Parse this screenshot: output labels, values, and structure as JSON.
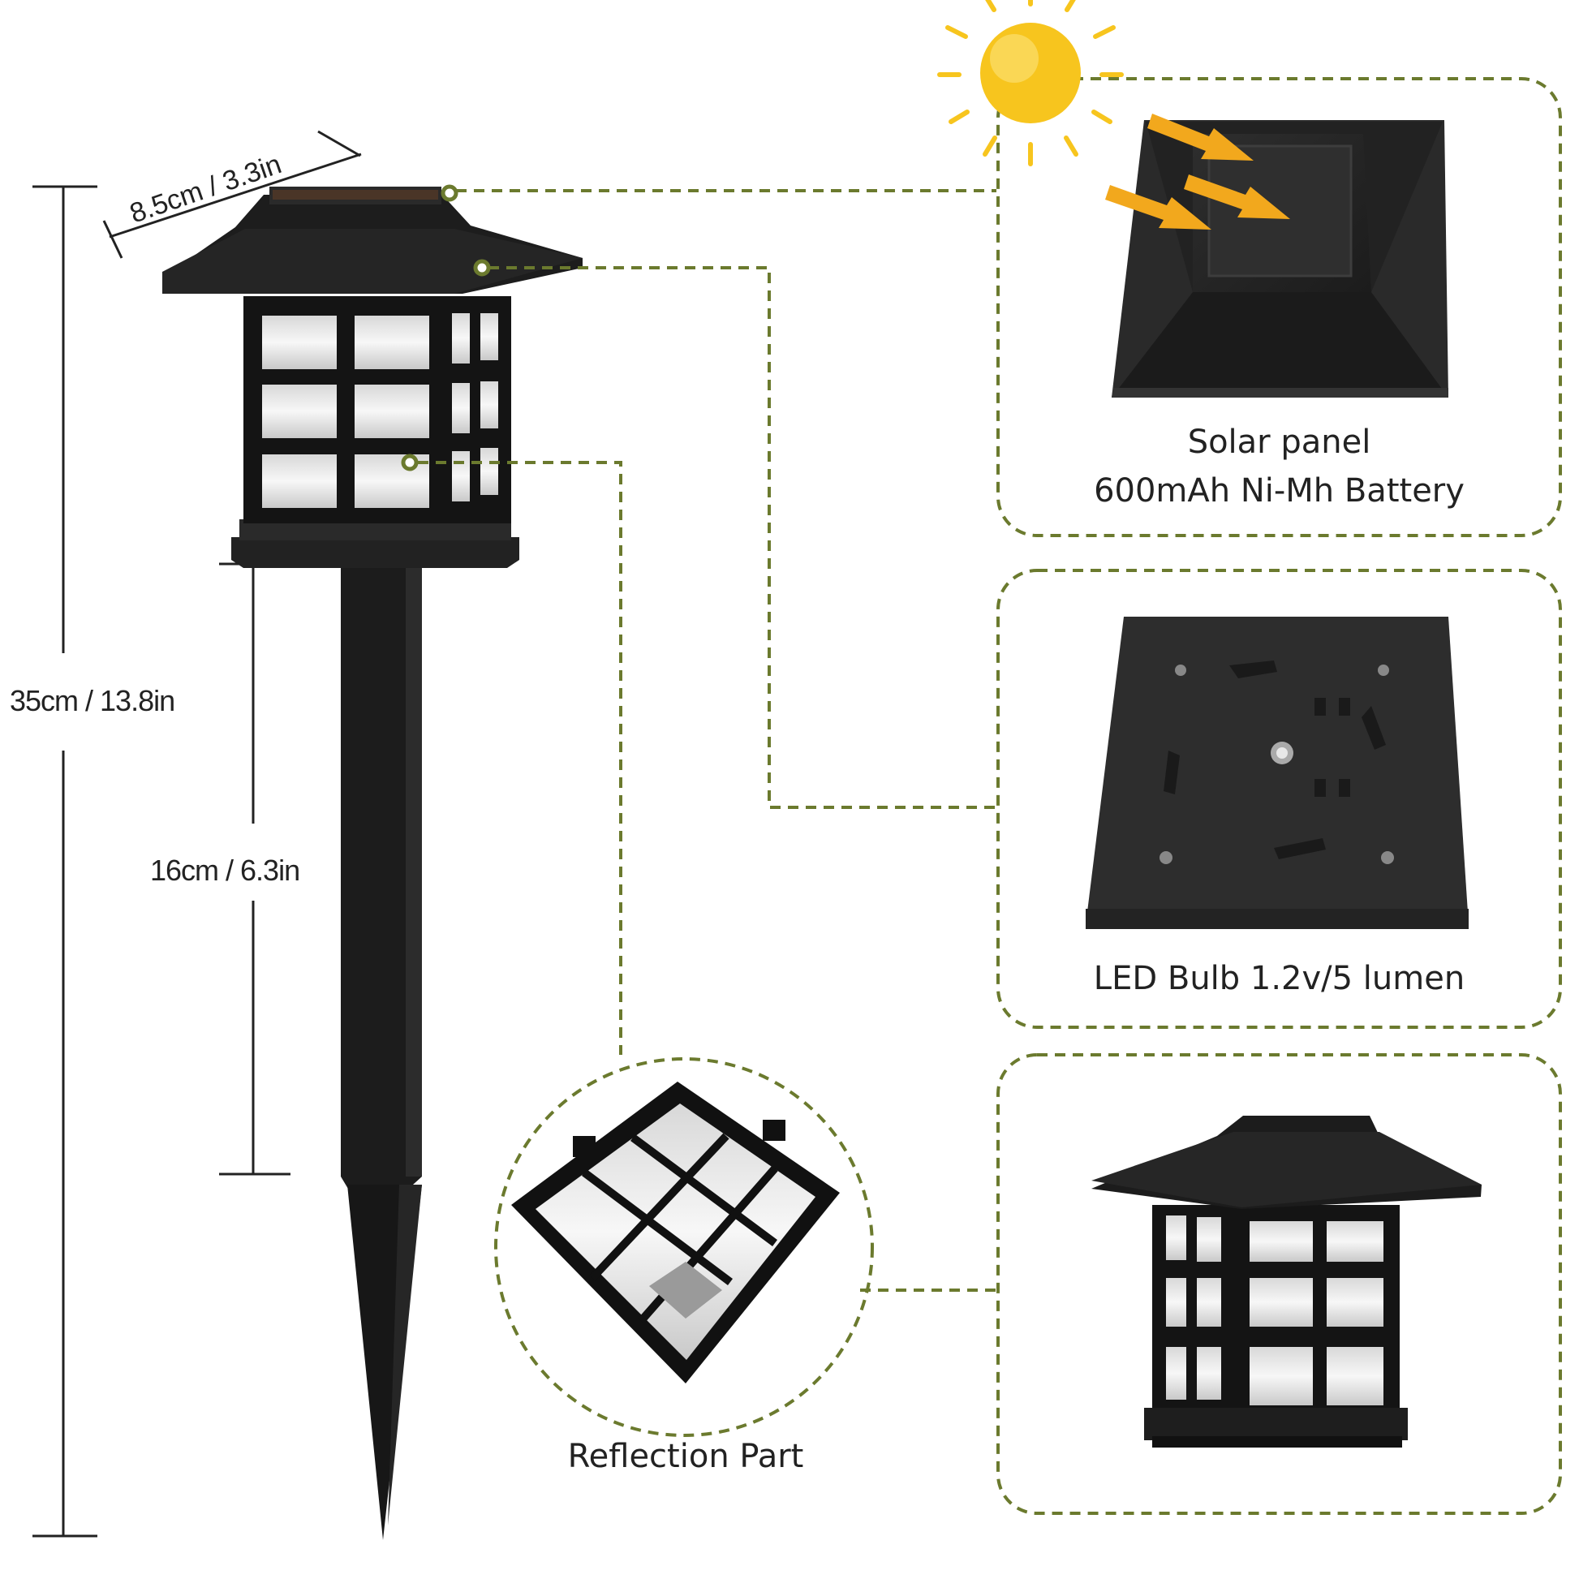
{
  "dimensions": {
    "width_top": "8.5cm / 3.3in",
    "total_height": "35cm / 13.8in",
    "stake_height": "16cm / 6.3in"
  },
  "callouts": {
    "solar": {
      "line1": "Solar panel",
      "line2": "600mAh Ni-Mh Battery"
    },
    "led": {
      "line1": "LED Bulb 1.2v/5 lumen"
    },
    "reflection": {
      "line1": "Reflection Part"
    }
  },
  "colors": {
    "dash_green": "#6b7a2e",
    "lamp_black": "#1a1a1a",
    "sun_yellow": "#f7c51e",
    "arrow_orange": "#f2a81d"
  },
  "icons": [
    "sun-icon",
    "sunlight-arrow-icon"
  ]
}
